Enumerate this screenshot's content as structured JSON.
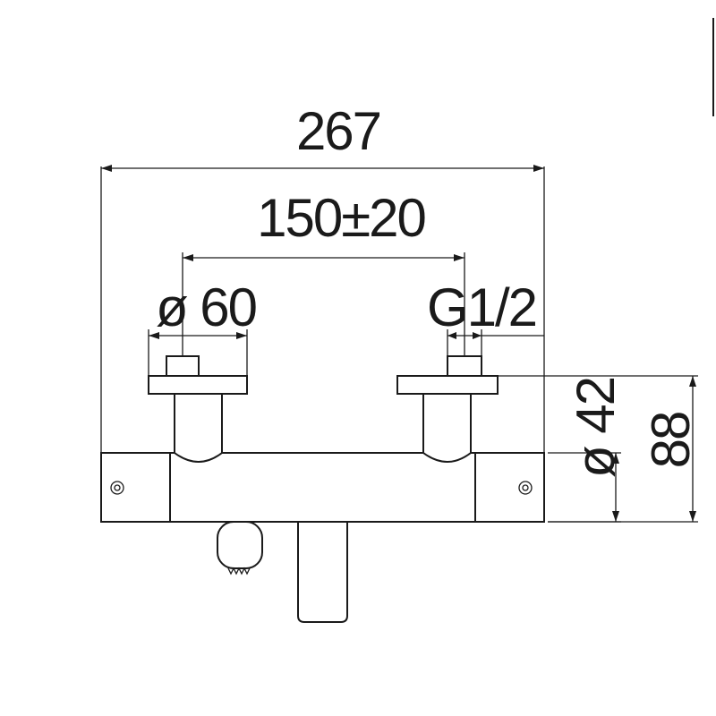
{
  "dimensions": {
    "overall_width": "267",
    "inlet_spacing": "150±20",
    "flange_diameter": "ø 60",
    "thread": "G1/2",
    "body_diameter": "ø 42",
    "height": "88"
  },
  "colors": {
    "ink": "#1a1a1a",
    "background": "#ffffff"
  }
}
